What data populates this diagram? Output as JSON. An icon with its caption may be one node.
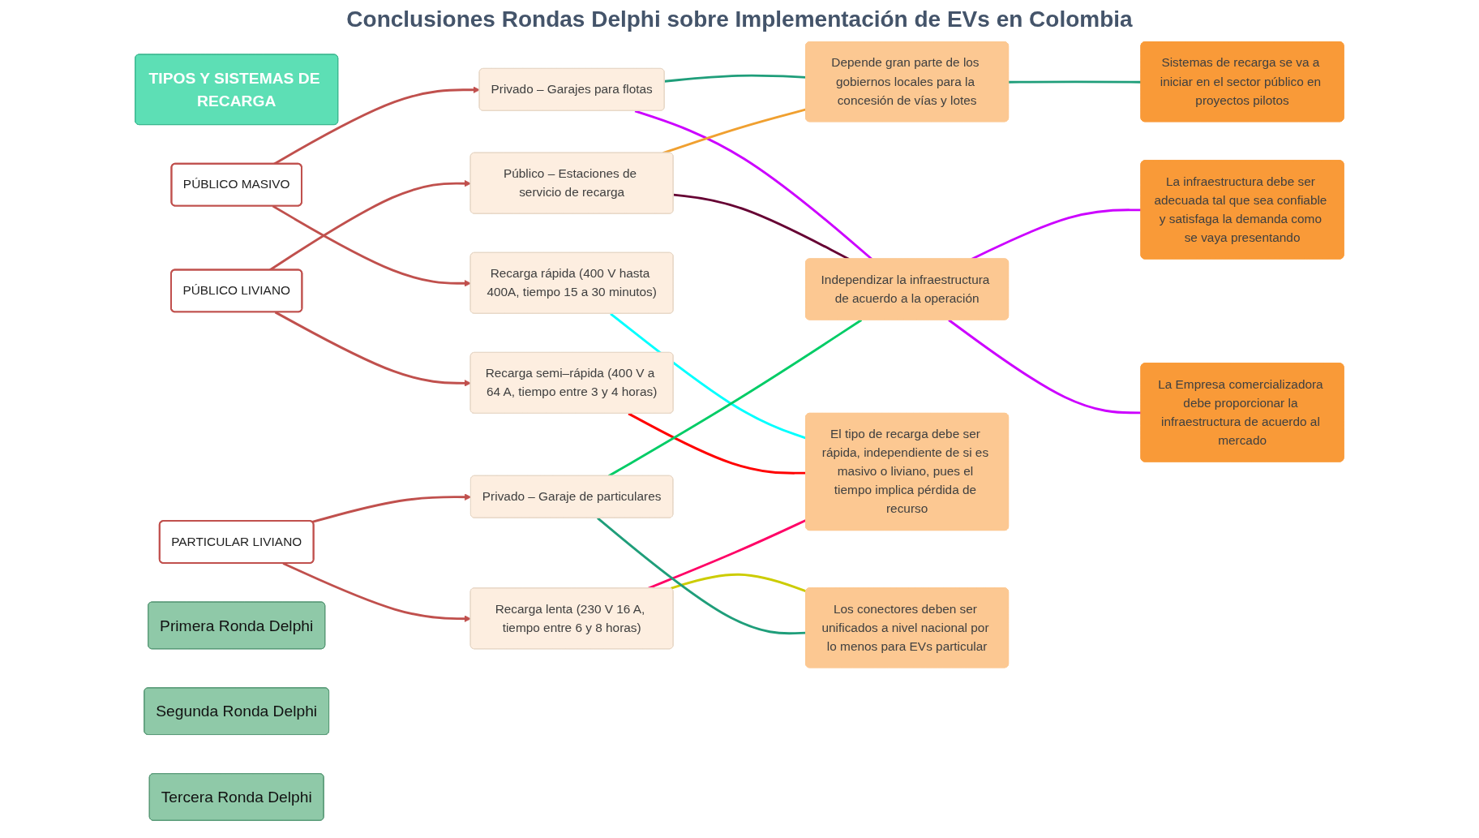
{
  "diagram": {
    "title": "Conclusiones Rondas Delphi sobre Implementación de EVs en Colombia",
    "nodes": [
      {
        "text": [
          "TIPOS Y SISTEMAS DE RECARGA"
        ]
      },
      {
        "text": [
          "PÚBLICO MASIVO"
        ]
      },
      {
        "text": [
          "Recarga rápida (400 V hasta 400A, tiempo 15 a 30 minutos)"
        ]
      },
      {
        "text": [
          "Privado – Garajes para flotas"
        ]
      },
      {
        "text": [
          "PÚBLICO LIVIANO"
        ]
      },
      {
        "text": [
          "Recarga semi–rápida (400 V a 64 A, tiempo entre 3 y 4 horas)"
        ]
      },
      {
        "text": [
          "Público – Estaciones de servicio de recarga"
        ]
      },
      {
        "text": [
          "PARTICULAR LIVIANO"
        ]
      },
      {
        "text": [
          "Recarga lenta (230 V 16 A, tiempo entre 6 y 8 horas)"
        ]
      },
      {
        "text": [
          "Privado – Garaje de particulares"
        ]
      },
      {
        "text": [
          "Depende gran parte de los gobiernos locales para la concesión de vías y lotes"
        ]
      },
      {
        "text": [
          "Independizar la infraestructura de acuerdo a la operación"
        ]
      },
      {
        "text": [
          "El tipo de recarga debe ser rápida, independiente de si es masivo o liviano, pues el tiempo implica pérdida de recurso"
        ]
      },
      {
        "text": [
          "Los conectores deben ser unificados a nivel nacional por lo menos para EVs particular"
        ]
      },
      {
        "text": [
          "Sistemas de recarga se va a iniciar en el sector público en proyectos pilotos"
        ]
      },
      {
        "text": [
          "La infraestructura debe ser adecuada tal que sea confiable y satisfaga la demanda como se vaya presentando"
        ]
      },
      {
        "text": [
          "La Empresa comercializadora debe proporcionar la infraestructura de acuerdo al mercado"
        ]
      },
      {
        "text": [
          "Primera Ronda Delphi"
        ]
      },
      {
        "text": [
          "Segunda Ronda Delphi"
        ]
      },
      {
        "text": [
          "Tercera Ronda Delphi"
        ]
      }
    ],
    "edges": [
      {
        "from": 1,
        "to": 2,
        "arrow": "to",
        "color": "#c0504d"
      },
      {
        "from": 1,
        "to": 3,
        "arrow": "to",
        "color": "#c0504d"
      },
      {
        "from": 4,
        "to": 5,
        "arrow": "to",
        "color": "#c0504d"
      },
      {
        "from": 4,
        "to": 6,
        "arrow": "to",
        "color": "#c0504d"
      },
      {
        "from": 7,
        "to": 8,
        "arrow": "to",
        "color": "#c0504d"
      },
      {
        "from": 7,
        "to": 9,
        "arrow": "to",
        "color": "#c0504d"
      },
      {
        "from": 2,
        "to": 12,
        "arrow": "none",
        "color": "#00ffff"
      },
      {
        "from": 3,
        "to": 10,
        "arrow": "none",
        "color": "#1f9e7a"
      },
      {
        "from": 3,
        "to": 11,
        "arrow": "none",
        "color": "#cc00ff"
      },
      {
        "from": 5,
        "to": 12,
        "arrow": "none",
        "color": "#ff0000"
      },
      {
        "from": 6,
        "to": 10,
        "arrow": "none",
        "color": "#f0a030"
      },
      {
        "from": 6,
        "to": 11,
        "arrow": "none",
        "color": "#660033"
      },
      {
        "from": 8,
        "to": 12,
        "arrow": "none",
        "color": "#ff0066"
      },
      {
        "from": 8,
        "to": 13,
        "arrow": "none",
        "color": "#cccc00"
      },
      {
        "from": 9,
        "to": 11,
        "arrow": "none",
        "color": "#00cc66"
      },
      {
        "from": 9,
        "to": 13,
        "arrow": "none",
        "color": "#1f9e7a"
      },
      {
        "from": 10,
        "to": 14,
        "arrow": "none",
        "color": "#1f9e7a"
      },
      {
        "from": 11,
        "to": 15,
        "arrow": "none",
        "color": "#cc00ff"
      },
      {
        "from": 11,
        "to": 16,
        "arrow": "none",
        "color": "#cc00ff"
      }
    ]
  }
}
